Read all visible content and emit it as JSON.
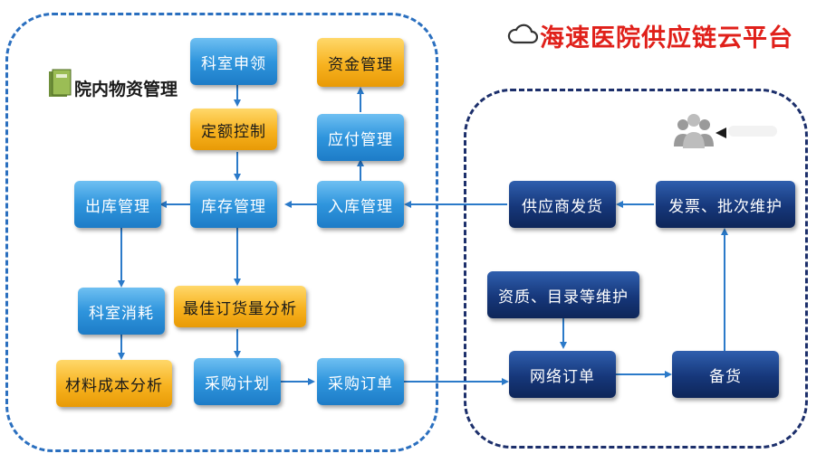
{
  "title": "海速医院供应链云平台",
  "left_region": {
    "label": "院内物资管理"
  },
  "nodes": {
    "ks_shenling": "科室申领",
    "dinge_kongzhi": "定额控制",
    "kucun_guanli": "库存管理",
    "chuku_guanli": "出库管理",
    "zijin_guanli": "资金管理",
    "yingfu_guanli": "应付管理",
    "ruku_guanli": "入库管理",
    "ks_xiaohao": "科室消耗",
    "cailiao_chengben": "材料成本分析",
    "zuijia_dinghuo": "最佳订货量分析",
    "caigou_jihua": "采购计划",
    "caigou_dingdan": "采购订单",
    "gongying_fahuo": "供应商发货",
    "fapiao_weihu": "发票、批次维护",
    "zizhi_weihu": "资质、目录等维护",
    "wangluo_dingdan": "网络订单",
    "beihuo": "备货"
  },
  "colors": {
    "title": "#e0201a",
    "blue_node": "#2f95dd",
    "orange_node": "#f7b21f",
    "navy_node": "#16377a",
    "left_border": "#2a6fbf",
    "right_border": "#1c2f6b",
    "arrow": "#2b7ac9"
  },
  "icons": {
    "title_icon": "cloud-icon",
    "left_region_icon": "book-icon",
    "right_region_icon": "people-icon"
  }
}
